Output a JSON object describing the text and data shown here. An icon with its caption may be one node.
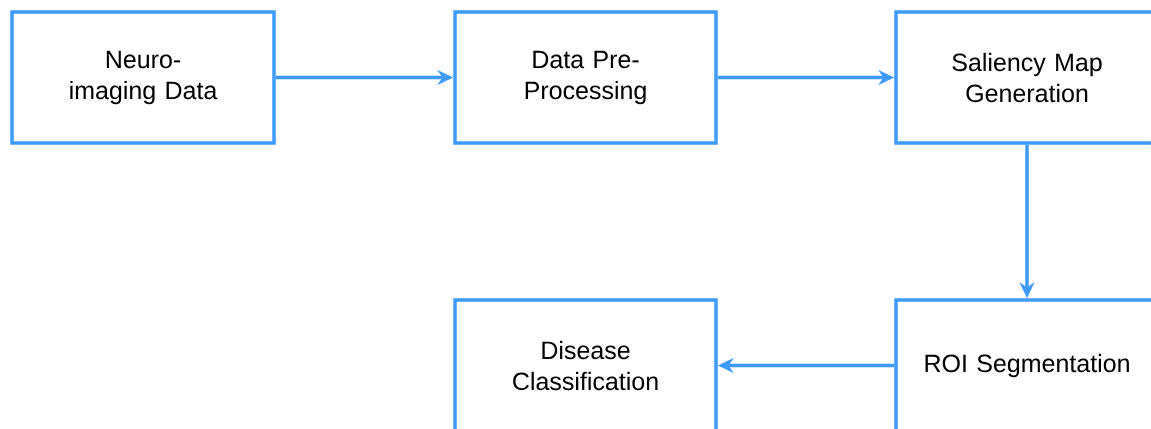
{
  "diagram": {
    "nodes": [
      {
        "text": [
          "Neuro-imaging Data"
        ]
      },
      {
        "text": [
          "Data Pre-Processing"
        ]
      },
      {
        "text": [
          "Saliency Map Generation"
        ]
      },
      {
        "text": [
          "ROI Segmentation"
        ]
      },
      {
        "text": [
          "Disease Classification"
        ]
      }
    ],
    "edges": [
      {
        "from": 0,
        "to": 1,
        "arrow": "to"
      },
      {
        "from": 1,
        "to": 2,
        "arrow": "to"
      },
      {
        "from": 2,
        "to": 3,
        "arrow": "to"
      },
      {
        "from": 3,
        "to": 4,
        "arrow": "to"
      }
    ]
  }
}
